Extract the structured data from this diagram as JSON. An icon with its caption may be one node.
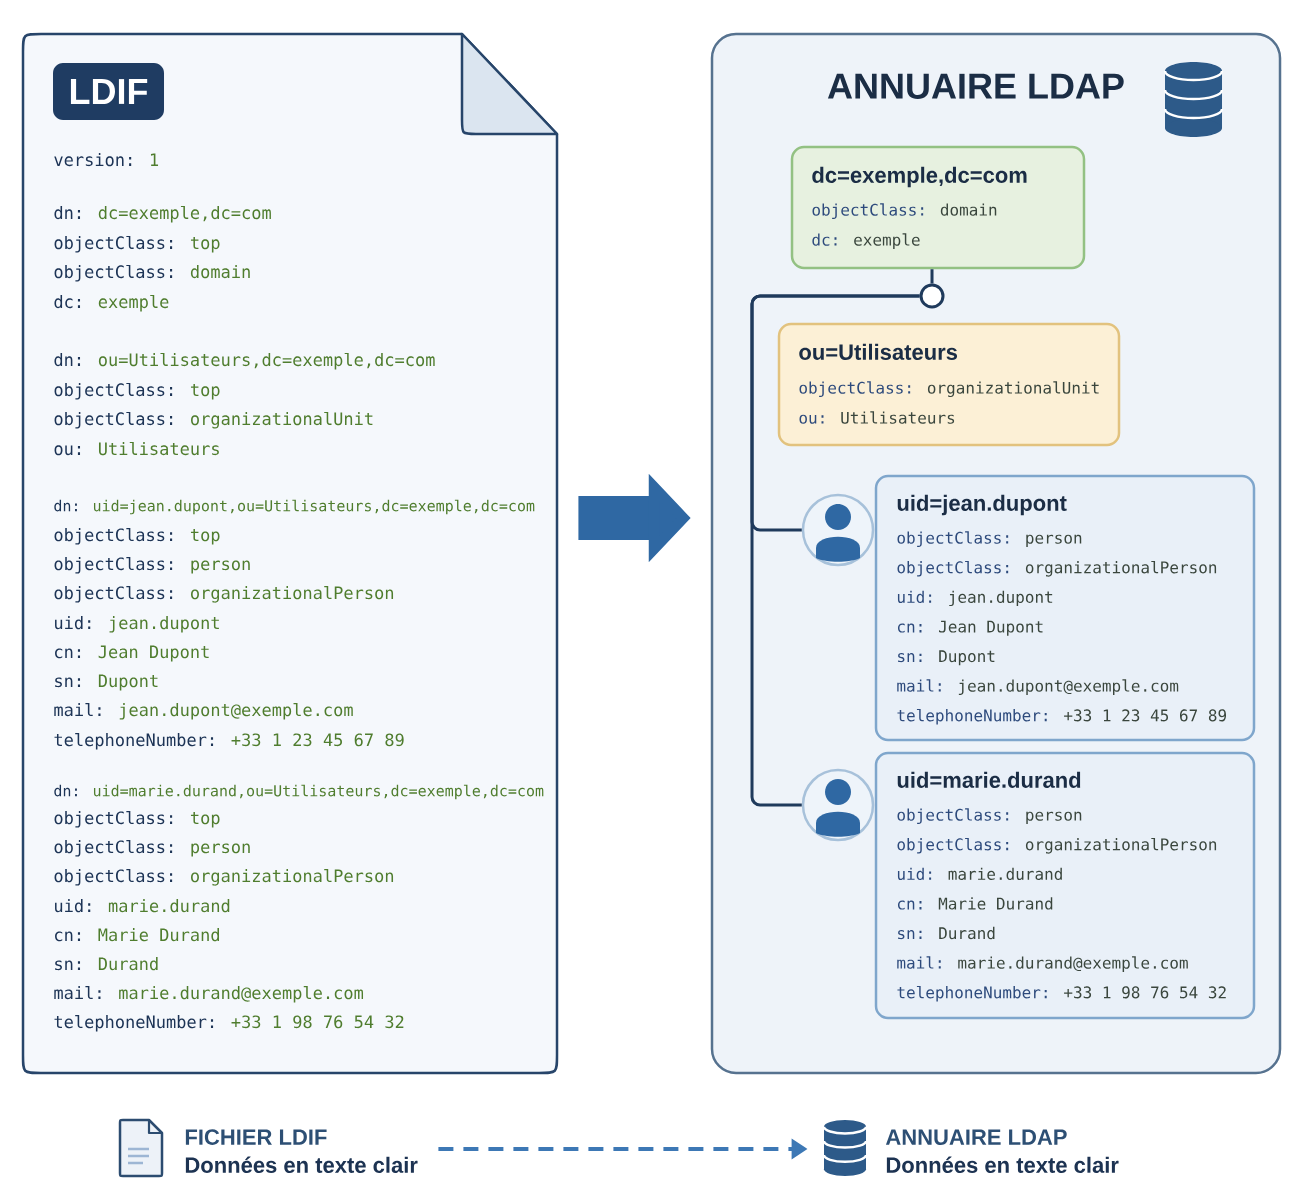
{
  "diagram": {
    "nodes": [
      {
        "text": [
          "version: 1",
          "dn: dc=exemple,dc=com",
          "objectClass: top",
          "objectClass: domain",
          "dc: exemple",
          "dn: ou=Utilisateurs,dc=exemple,dc=com",
          "objectClass: top",
          "objectClass: organizationalUnit",
          "ou: Utilisateurs",
          "dn: uid=jean.dupont,ou=Utilisateurs,dc=exemple,dc=com",
          "objectClass: top",
          "objectClass: person",
          "objectClass: organizationalPerson",
          "uid: jean.dupont",
          "cn: Jean Dupont",
          "sn: Dupont",
          "mail: jean.dupont@exemple.com",
          "telephoneNumber: +33 1 23 45 67 89",
          "dn: uid=marie.durand,ou=Utilisateurs,dc=exemple,dc=com",
          "objectClass: top",
          "objectClass: person",
          "objectClass: organizationalPerson",
          "uid: marie.durand",
          "cn: Marie Durand",
          "sn: Durand",
          "mail: marie.durand@exemple.com",
          "telephoneNumber: +33 1 98 76 54 32"
        ]
      },
      {
        "text": [
          "LDIF"
        ],
        "in": 0
      },
      {
        "text": [
          "ANNUAIRE LDAP"
        ]
      },
      {
        "text": [
          "dc=exemple,dc=com",
          "objectClass: domain",
          "dc: exemple"
        ],
        "in": 2
      },
      {
        "text": [],
        "shape": "circle",
        "in": 2
      },
      {
        "text": [
          "ou=Utilisateurs",
          "objectClass: organizationalUnit",
          "ou: Utilisateurs"
        ],
        "in": 2
      },
      {
        "text": [],
        "shape": "person",
        "in": 2
      },
      {
        "text": [
          "uid=jean.dupont",
          "objectClass: person",
          "objectClass: organizationalPerson",
          "uid: jean.dupont",
          "cn: Jean Dupont",
          "sn: Dupont",
          "mail: jean.dupont@exemple.com",
          "telephoneNumber: +33 1 23 45 67 89"
        ],
        "in": 2
      },
      {
        "text": [],
        "shape": "person",
        "in": 2
      },
      {
        "text": [
          "uid=marie.durand",
          "objectClass: person",
          "objectClass: organizationalPerson",
          "uid: marie.durand",
          "cn: Marie Durand",
          "sn: Durand",
          "mail: marie.durand@exemple.com",
          "telephoneNumber: +33 1 98 76 54 32"
        ],
        "in": 2
      },
      {
        "text": [
          "FICHIER LDIF",
          "Données en texte clair"
        ]
      },
      {
        "text": [
          "ANNUAIRE LDAP",
          "Données en texte clair"
        ]
      }
    ],
    "edges": [
      {
        "from": 0,
        "to": 2,
        "arrow": "to",
        "style": "thick",
        "color": "#2f68a3"
      },
      {
        "from": 3,
        "to": 4,
        "arrow": "none"
      },
      {
        "from": 4,
        "to": 6,
        "arrow": "none"
      },
      {
        "from": 4,
        "to": 8,
        "arrow": "none"
      },
      {
        "from": 10,
        "to": 11,
        "arrow": "to",
        "style": "dashed",
        "color": "#3d78b5"
      }
    ]
  }
}
